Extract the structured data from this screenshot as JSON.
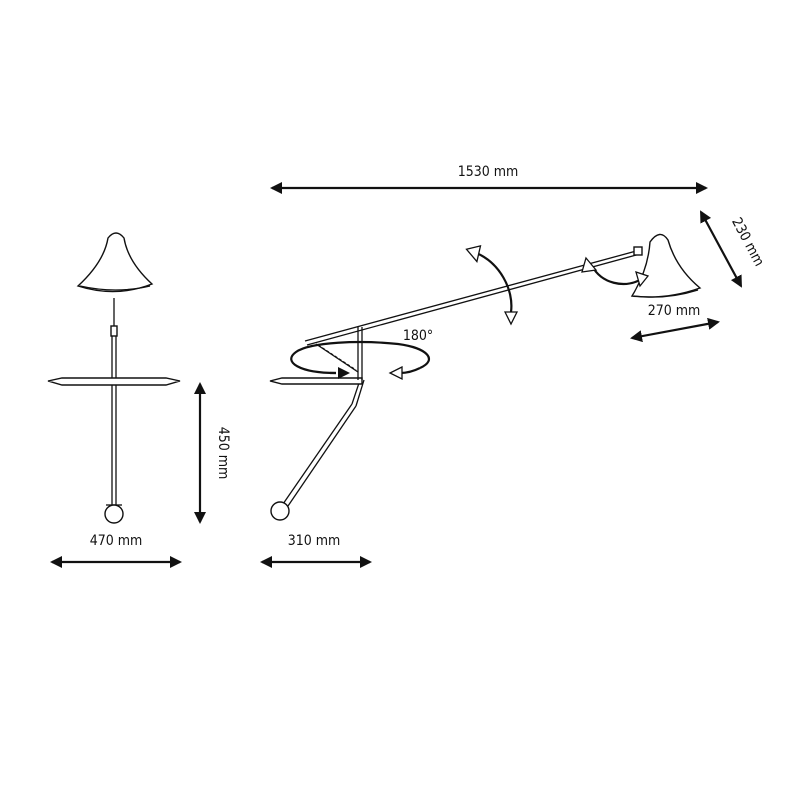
{
  "dimensions": {
    "total_width": "1530 mm",
    "shade_height": "230 mm",
    "shade_width": "270 mm",
    "height": "450 mm",
    "front_width": "470 mm",
    "base_width": "310 mm"
  },
  "rotation": {
    "swivel_angle": "180°"
  },
  "colors": {
    "ink": "#111111",
    "background": "#ffffff"
  }
}
